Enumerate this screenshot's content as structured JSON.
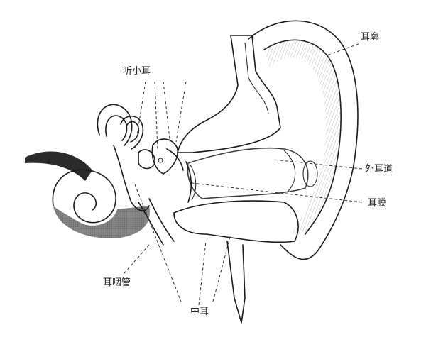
{
  "labels": {
    "auricle": "耳廓",
    "ossicles": "听小耳",
    "ear_canal": "外耳道",
    "eardrum": "耳膜",
    "eustachian_tube": "耳咽管",
    "middle_ear": "中耳"
  },
  "colors": {
    "ink": "#1a1a1a",
    "shade": "#9a9a9a",
    "dark": "#2a2a2a",
    "background": "#ffffff"
  }
}
